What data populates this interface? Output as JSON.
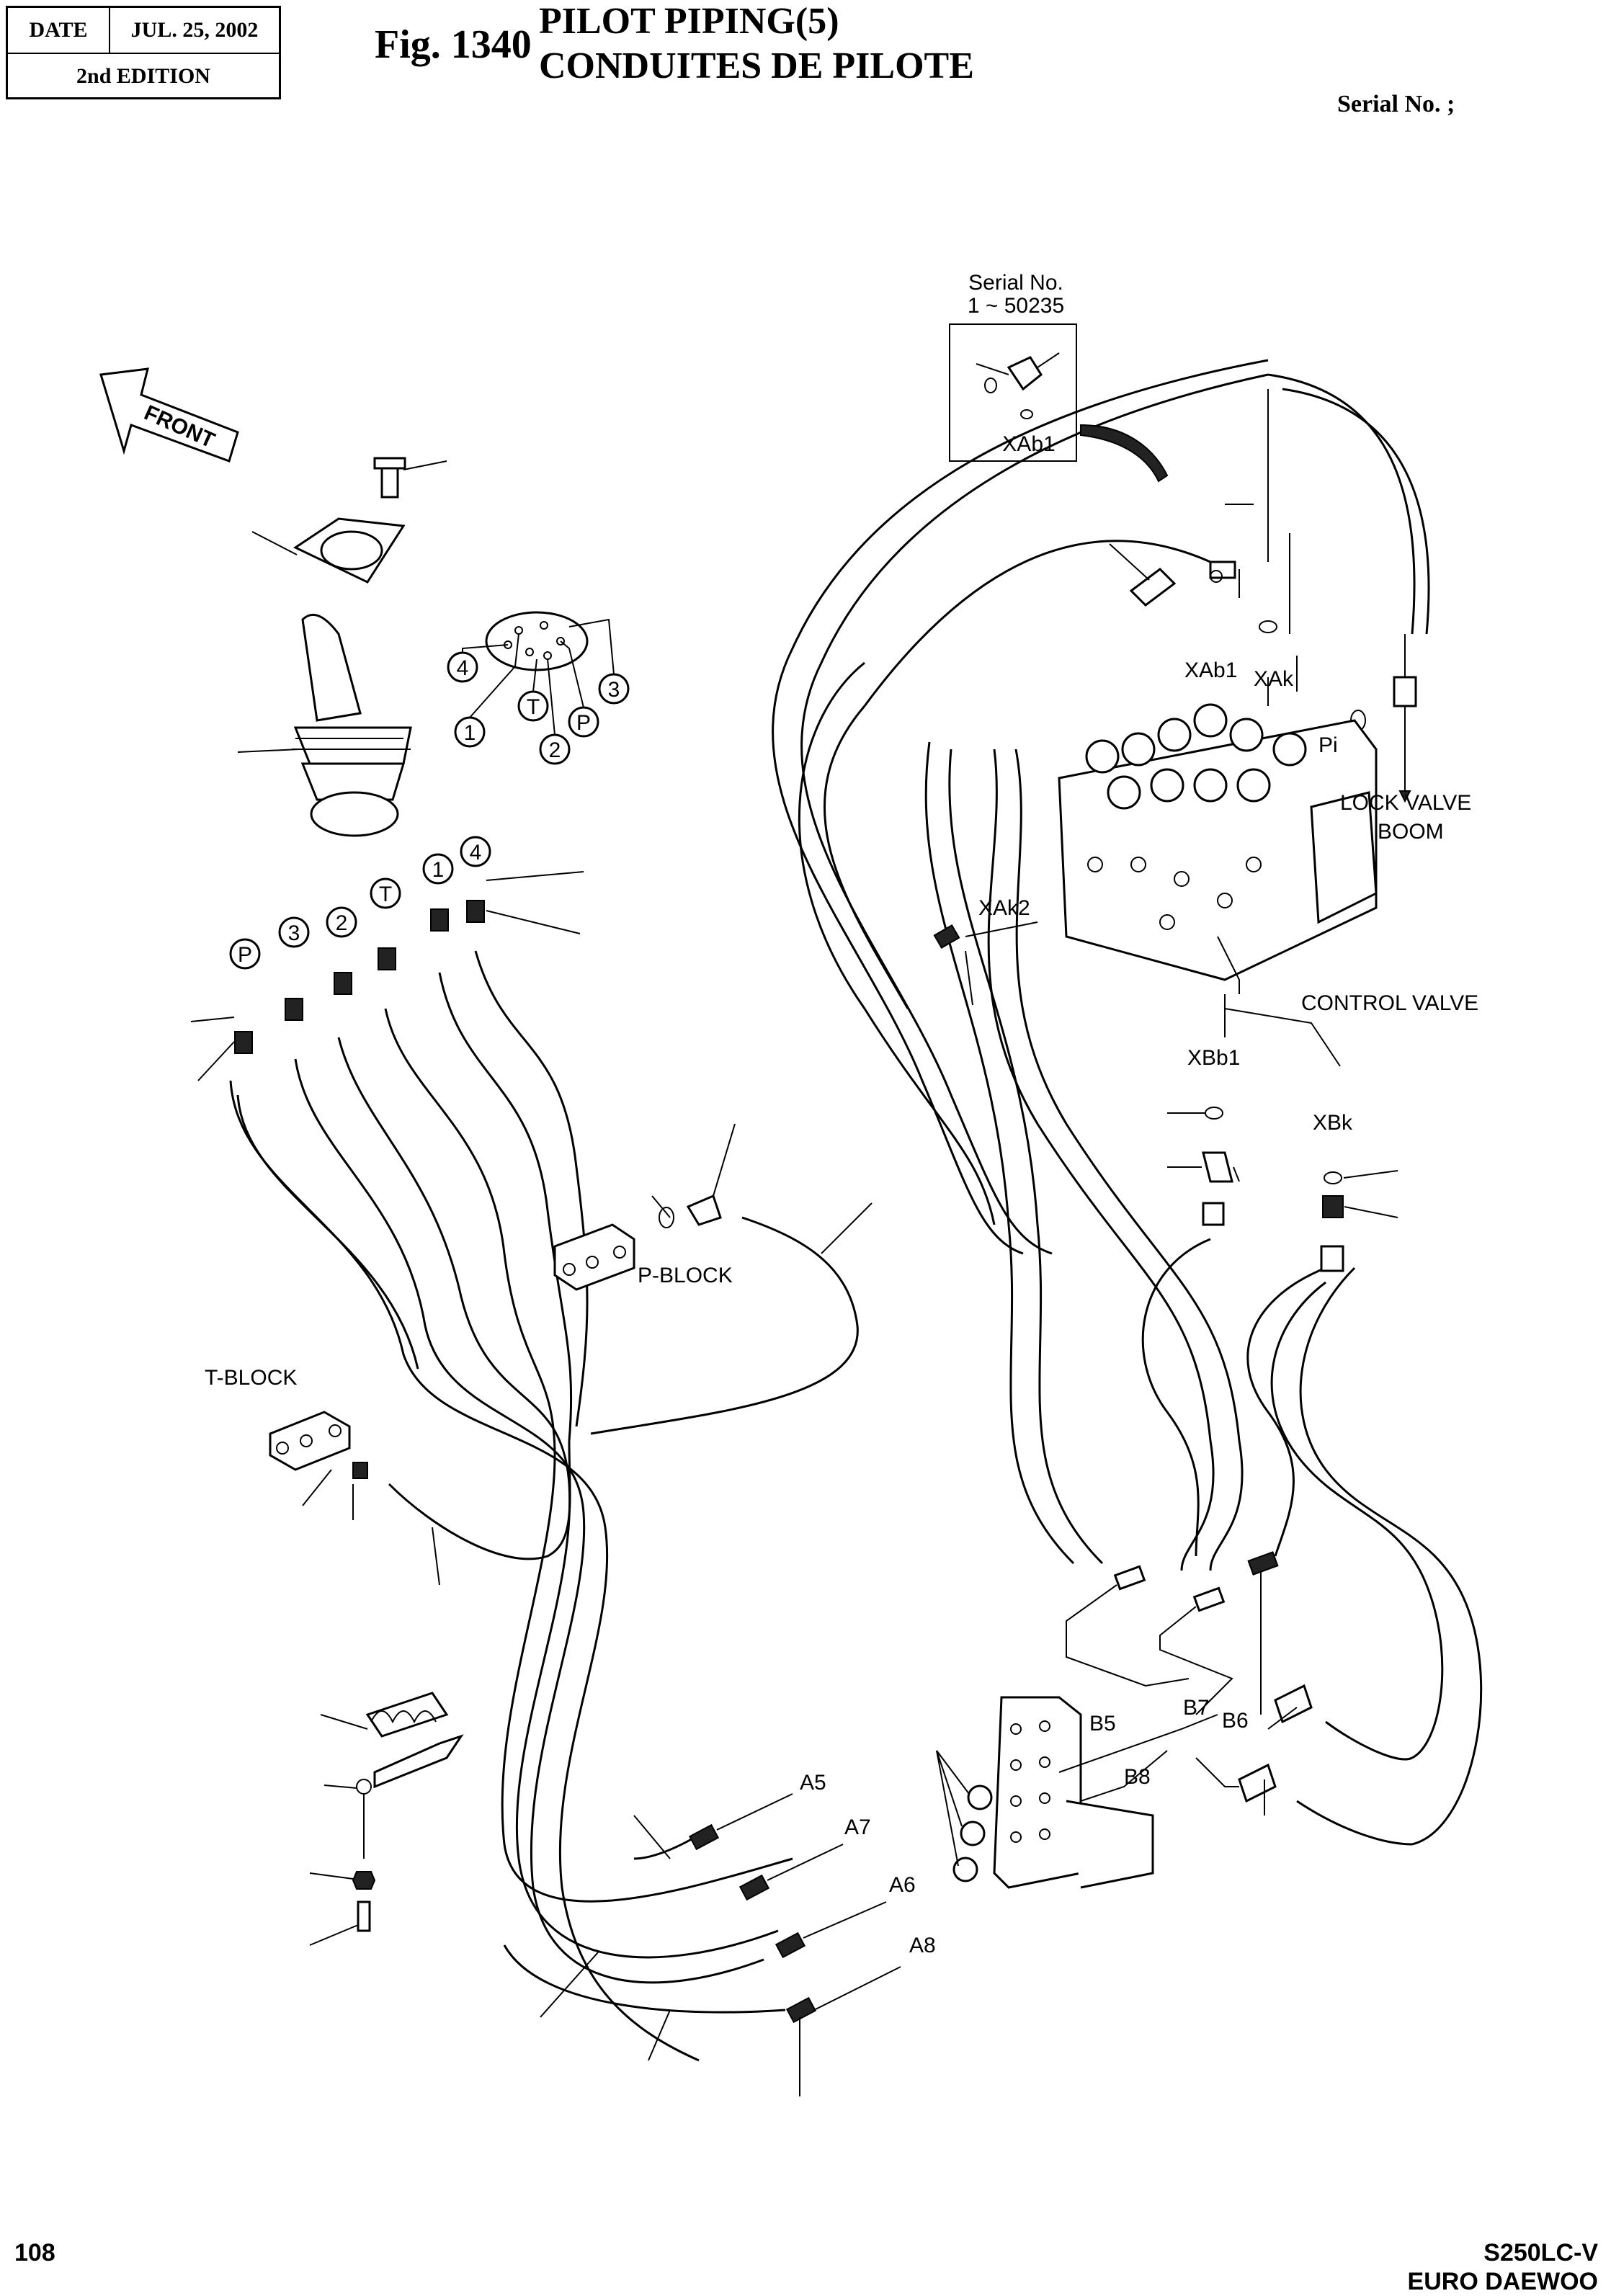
{
  "header": {
    "date_label": "DATE",
    "date_value": "JUL. 25, 2002",
    "edition": "2nd  EDITION",
    "fig_number": "Fig. 1340",
    "title_en": "PILOT PIPING(5)",
    "title_fr": "CONDUITES DE PILOTE",
    "serial_no": "Serial No. ;"
  },
  "footer": {
    "page_number": "108",
    "model": "S250LC-V",
    "brand": "EURO DAEWOO"
  },
  "labels": {
    "front": "FRONT",
    "inset_serial_line1": "Serial No.",
    "inset_serial_line2": "1 ~ 50235",
    "inset_port": "XAb1",
    "port_xab1": "XAb1",
    "port_xak": "XAk",
    "port_pi": "Pi",
    "lock_valve_line1": "LOCK VALVE",
    "lock_valve_line2": "BOOM",
    "port_xak2": "XAk2",
    "control_valve": "CONTROL VALVE",
    "port_xbb1": "XBb1",
    "port_xbk": "XBk",
    "p_block": "P-BLOCK",
    "t_block": "T-BLOCK",
    "conn_a5": "A5",
    "conn_a7": "A7",
    "conn_a6": "A6",
    "conn_a8": "A8",
    "conn_b5": "B5",
    "conn_b7": "B7",
    "conn_b6": "B6",
    "conn_b8": "B8"
  },
  "joystick_ports": {
    "circle_4": "4",
    "circle_1": "1",
    "circle_t": "T",
    "circle_2": "2",
    "circle_p": "P",
    "circle_3": "3"
  },
  "fitting_ports": {
    "fit_4": "4",
    "fit_1": "1",
    "fit_t": "T",
    "fit_2": "2",
    "fit_3": "3",
    "fit_p": "P"
  }
}
